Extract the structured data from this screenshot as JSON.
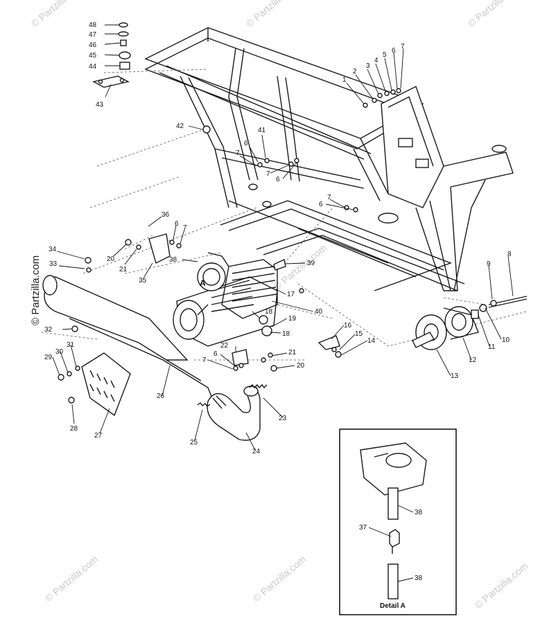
{
  "watermark_text": "© Partzilla.com",
  "detail": {
    "title": "Detail A"
  },
  "marker": "A",
  "callouts": [
    {
      "id": "48",
      "text": "48"
    },
    {
      "id": "47",
      "text": "47"
    },
    {
      "id": "46",
      "text": "46"
    },
    {
      "id": "45",
      "text": "45"
    },
    {
      "id": "44",
      "text": "44"
    },
    {
      "id": "43",
      "text": "43"
    },
    {
      "id": "42",
      "text": "42"
    },
    {
      "id": "41",
      "text": "41"
    },
    {
      "id": "1",
      "text": "1"
    },
    {
      "id": "2",
      "text": "2"
    },
    {
      "id": "3",
      "text": "3"
    },
    {
      "id": "4",
      "text": "4"
    },
    {
      "id": "5",
      "text": "5"
    },
    {
      "id": "6a",
      "text": "6"
    },
    {
      "id": "7a",
      "text": "7"
    },
    {
      "id": "6b",
      "text": "6"
    },
    {
      "id": "7b",
      "text": "7"
    },
    {
      "id": "7c",
      "text": "7"
    },
    {
      "id": "6c",
      "text": "6"
    },
    {
      "id": "7d",
      "text": "7"
    },
    {
      "id": "6d",
      "text": "6"
    },
    {
      "id": "36",
      "text": "36"
    },
    {
      "id": "6e",
      "text": "6"
    },
    {
      "id": "7e",
      "text": "7"
    },
    {
      "id": "34",
      "text": "34"
    },
    {
      "id": "20a",
      "text": "20"
    },
    {
      "id": "21a",
      "text": "21"
    },
    {
      "id": "33",
      "text": "33"
    },
    {
      "id": "35",
      "text": "35"
    },
    {
      "id": "38a",
      "text": "38"
    },
    {
      "id": "39",
      "text": "39"
    },
    {
      "id": "8",
      "text": "8"
    },
    {
      "id": "9",
      "text": "9"
    },
    {
      "id": "17",
      "text": "17"
    },
    {
      "id": "40",
      "text": "40"
    },
    {
      "id": "18a",
      "text": "18"
    },
    {
      "id": "19",
      "text": "19"
    },
    {
      "id": "18b",
      "text": "18"
    },
    {
      "id": "32",
      "text": "32"
    },
    {
      "id": "16",
      "text": "16"
    },
    {
      "id": "15",
      "text": "15"
    },
    {
      "id": "14",
      "text": "14"
    },
    {
      "id": "22",
      "text": "22"
    },
    {
      "id": "21b",
      "text": "21"
    },
    {
      "id": "20b",
      "text": "20"
    },
    {
      "id": "6f",
      "text": "6"
    },
    {
      "id": "7f",
      "text": "7"
    },
    {
      "id": "10",
      "text": "10"
    },
    {
      "id": "11",
      "text": "11"
    },
    {
      "id": "12",
      "text": "12"
    },
    {
      "id": "13",
      "text": "13"
    },
    {
      "id": "29",
      "text": "29"
    },
    {
      "id": "30",
      "text": "30"
    },
    {
      "id": "31",
      "text": "31"
    },
    {
      "id": "26",
      "text": "26"
    },
    {
      "id": "28",
      "text": "28"
    },
    {
      "id": "27",
      "text": "27"
    },
    {
      "id": "23",
      "text": "23"
    },
    {
      "id": "25",
      "text": "25"
    },
    {
      "id": "24",
      "text": "24"
    },
    {
      "id": "38b",
      "text": "38"
    },
    {
      "id": "37",
      "text": "37"
    },
    {
      "id": "38c",
      "text": "38"
    }
  ]
}
